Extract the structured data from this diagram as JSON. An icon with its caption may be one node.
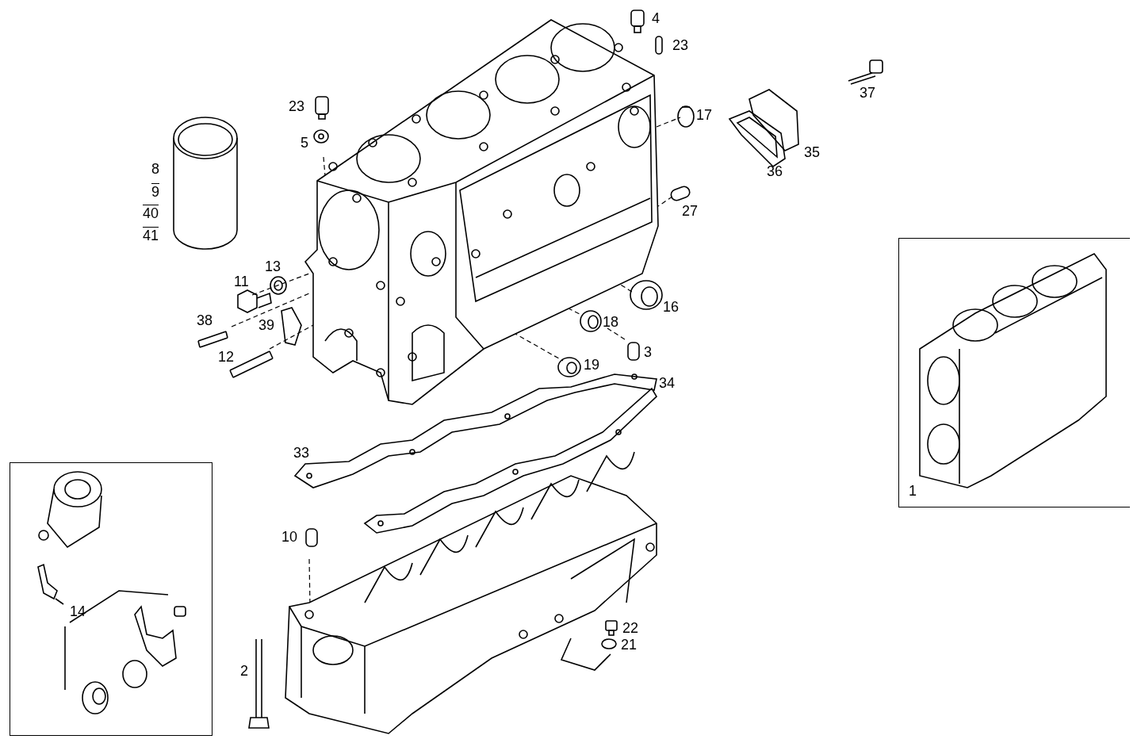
{
  "diagram": {
    "nodes": [
      {
        "text": [
          "1"
        ]
      },
      {
        "text": [
          "14"
        ]
      }
    ],
    "labels": [
      "4",
      "23",
      "37",
      "23",
      "17",
      "5",
      "35",
      "36",
      "8",
      "9",
      "40",
      "41",
      "27",
      "13",
      "11",
      "16",
      "38",
      "39",
      "18",
      "12",
      "3",
      "19",
      "34",
      "33",
      "10",
      "22",
      "21",
      "2"
    ]
  }
}
